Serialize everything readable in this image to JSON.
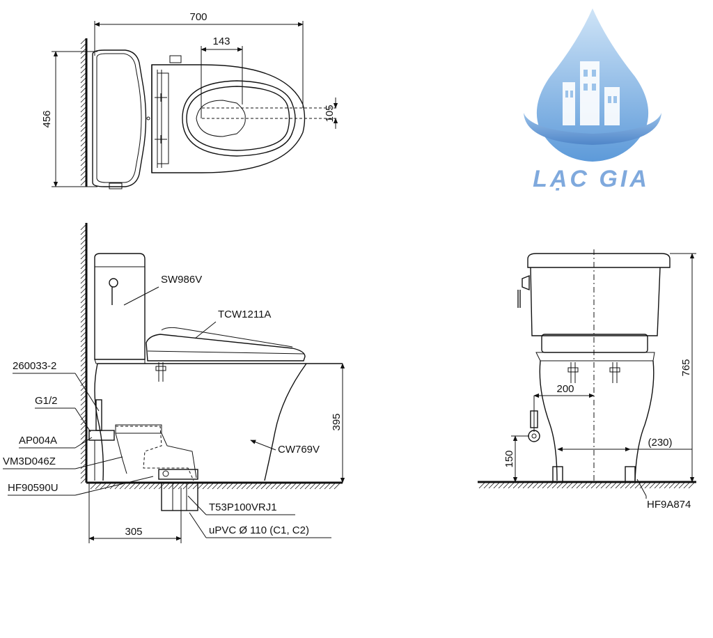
{
  "logo": {
    "brand": "LẠC GIA",
    "color": "#7fa9dd"
  },
  "top_view": {
    "dims": {
      "width": "700",
      "depth": "456",
      "seat_offset": "143",
      "seat_shift": "105"
    }
  },
  "side_view": {
    "parts": {
      "tank": "SW986V",
      "seat": "TCW1211A",
      "bowl": "CW769V",
      "part_260033": "260033-2",
      "g12": "G1/2",
      "ap004a": "AP004A",
      "vm3d046z": "VM3D046Z",
      "hf90590u": "HF90590U",
      "t53p": "T53P100VRJ1",
      "pipe": "uPVC Ø 110 (C1, C2)"
    },
    "dims": {
      "rough_in": "305",
      "height": "395"
    }
  },
  "front_view": {
    "dims": {
      "total_height": "765",
      "supply_offset": "200",
      "bolt_spacing": "(230)",
      "supply_height": "150"
    },
    "parts": {
      "bolt": "HF9A874"
    }
  }
}
